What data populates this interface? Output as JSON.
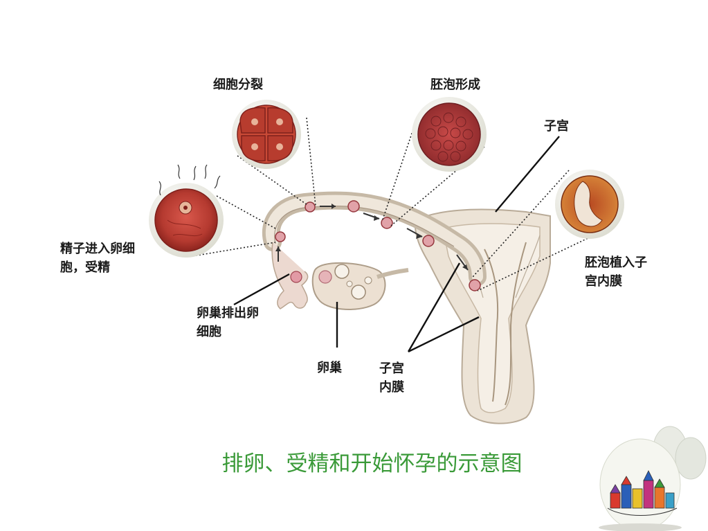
{
  "labels": {
    "cell_division": "细胞分裂",
    "blastocyst_formation": "胚泡形成",
    "uterus": "子宫",
    "fertilization_line1": "精子进入卵细",
    "fertilization_line2": "胞，受精",
    "implantation_line1": "胚泡植入子",
    "implantation_line2": "宫内膜",
    "ovulation_line1": "卵巢排出卵",
    "ovulation_line2": "细胞",
    "ovary": "卵巢",
    "endometrium_line1": "子宫",
    "endometrium_line2": "内膜"
  },
  "title": "排卵、受精和开始怀孕的示意图",
  "colors": {
    "title": "#3a9a38",
    "tissue": "#e8ddd0",
    "cell": "#b5302c",
    "blastocyst": "#c0392b",
    "implant": "#d06a1e"
  }
}
